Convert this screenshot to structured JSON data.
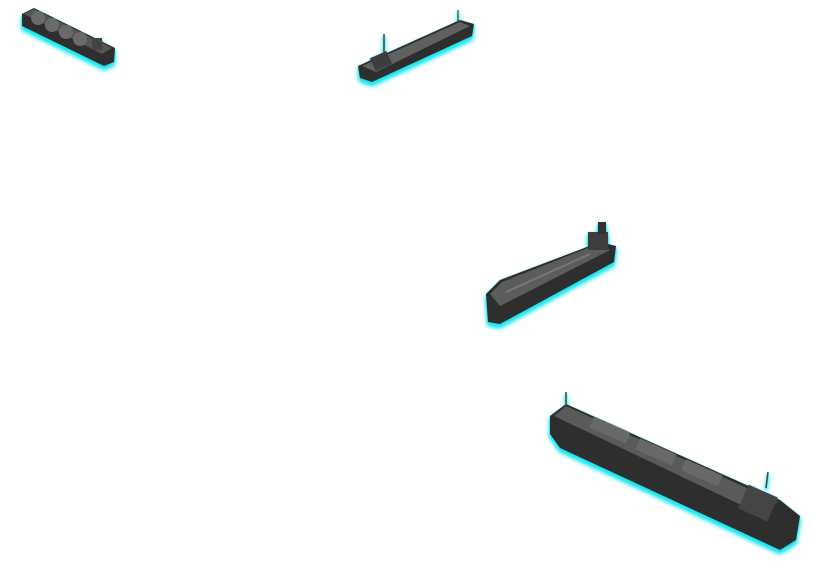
{
  "scene": {
    "background": "#ffffff",
    "glow_color": "#19e6f0",
    "hull_color": "#3a3a3a",
    "deck_color": "#5a5a5a",
    "ships": [
      {
        "type": "lng-carrier"
      },
      {
        "type": "product-tanker"
      },
      {
        "type": "crude-oil-tanker"
      },
      {
        "type": "bulk-carrier"
      }
    ]
  }
}
